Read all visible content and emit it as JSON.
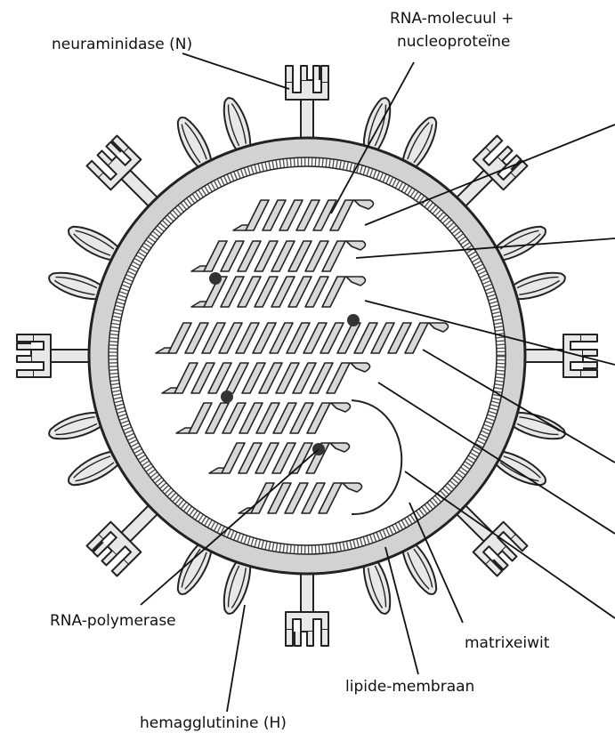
{
  "labels": {
    "neuraminidase": "neuraminidase (N)",
    "rna_molecule_line1": "RNA-molecuul +",
    "rna_molecule_line2": "nucleoproteïne",
    "rna_polymerase": "RNA-polymerase",
    "hemagglutinin": "hemagglutinine (H)",
    "lipid_membrane": "lipide-membraan",
    "matrix_protein": "matrixeiwit"
  },
  "colors": {
    "envelope": "#d2d2d2",
    "outline": "#222222",
    "hemagglutinin_fill": "#e8e8e8",
    "interior": "#ffffff",
    "ribbon_fill": "#d8d8d8",
    "polymerase_dot": "#333333"
  }
}
